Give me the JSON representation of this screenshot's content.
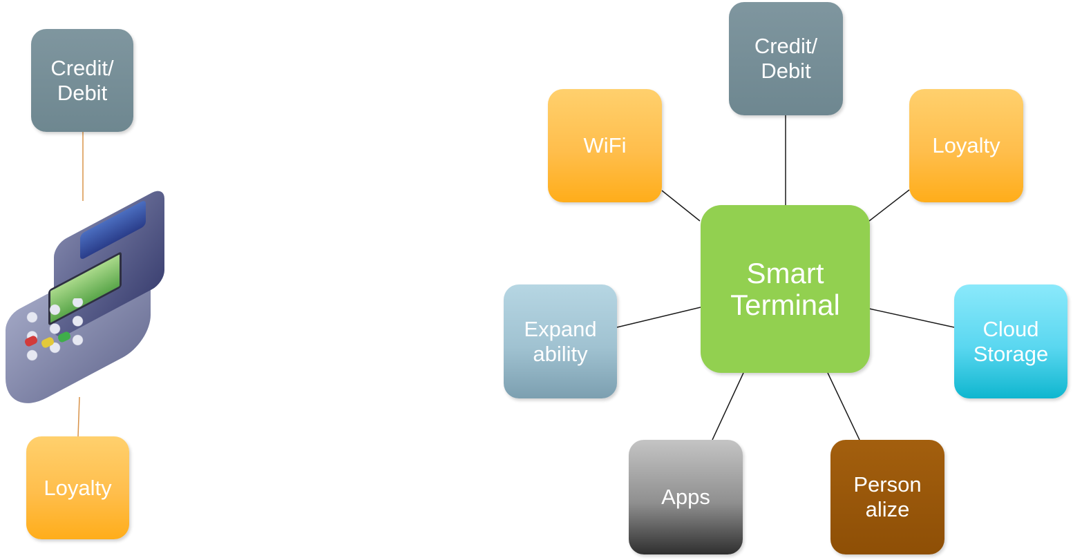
{
  "left_diagram": {
    "top_node": "Credit/\nDebit",
    "bottom_node": "Loyalty",
    "device": "payment-terminal"
  },
  "hub": {
    "center": "Smart\nTerminal",
    "nodes": {
      "credit_debit": "Credit/\nDebit",
      "wifi": "WiFi",
      "loyalty": "Loyalty",
      "expandability": "Expand\nability",
      "cloud_storage": "Cloud\nStorage",
      "apps": "Apps",
      "personalize": "Person\nalize"
    }
  },
  "colors": {
    "slate": "#788f98",
    "orange": "#ffbf4d",
    "green": "#92d050",
    "connector_left": "#d89248",
    "connector_hub": "#1a1a1a"
  }
}
